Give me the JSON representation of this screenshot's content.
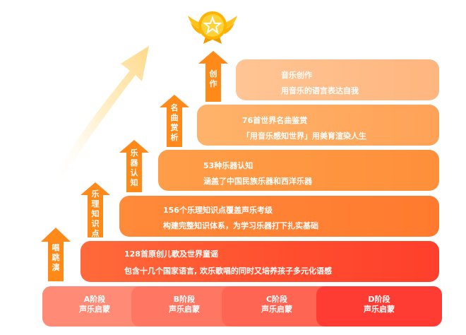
{
  "levels": [
    {
      "title": "128首原创儿歌及世界童谣",
      "desc": "包含十几个国家语言, 欢乐歌唱的同时又培养孩子多元化语感"
    },
    {
      "title": "156个乐理知识点覆盖声乐考级",
      "desc": "构建完整知识体系，为学习乐器打下扎实基础"
    },
    {
      "title": "53种乐器认知",
      "desc": "涵盖了中国民族乐器和西洋乐器"
    },
    {
      "title": "76首世界名曲鉴赏",
      "desc": "「用音乐感知世界」用美育渲染人生"
    },
    {
      "title": "音乐创作",
      "desc": "用音乐的语言表达自我"
    }
  ],
  "arrows": [
    {
      "chars": [
        "唱",
        "跳",
        "演"
      ]
    },
    {
      "chars": [
        "乐",
        "理",
        "知",
        "识",
        "点"
      ]
    },
    {
      "chars": [
        "乐",
        "器",
        "认",
        "知"
      ]
    },
    {
      "chars": [
        "名",
        "曲",
        "赏",
        "析"
      ]
    },
    {
      "chars": [
        "创",
        "作"
      ]
    }
  ],
  "stages": [
    {
      "name": "A阶段",
      "sub": "声乐启蒙"
    },
    {
      "name": "B阶段",
      "sub": "声乐启蒙"
    },
    {
      "name": "C阶段",
      "sub": "声乐启蒙"
    },
    {
      "name": "D阶段",
      "sub": "声乐启蒙"
    }
  ],
  "colors": {
    "arrow": "#ff8a1a",
    "medal_gold": "#ffc21a",
    "medal_star": "#ffffff"
  }
}
